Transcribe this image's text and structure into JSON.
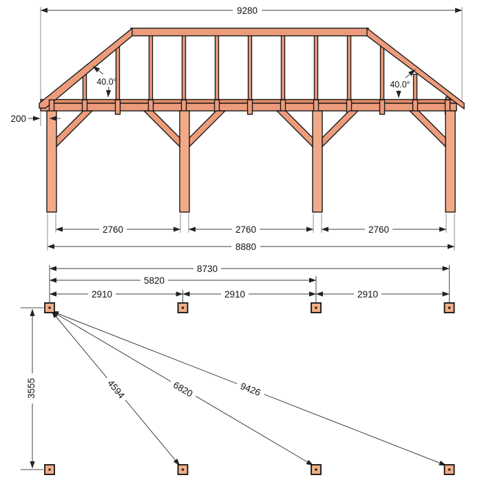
{
  "elevation": {
    "total_width": "9280",
    "overhang": "200",
    "angle_left": "40.0°",
    "angle_right": "40.0°",
    "bays": [
      "2760",
      "2760",
      "2760"
    ],
    "columns_width": "8880"
  },
  "plan": {
    "total_width": "8730",
    "double_bay": "5820",
    "bays": [
      "2910",
      "2910",
      "2910"
    ],
    "depth": "3555",
    "diagonals": [
      "4594",
      "6820",
      "9426"
    ]
  },
  "colors": {
    "wood": "#ED9C7B",
    "wood_light": "#F2A988",
    "beam": "#E38B66",
    "plan_post_fill": "#F0AE85",
    "outline": "#1A1A1A",
    "dimension_line": "#3C3C3C",
    "extension_line": "#8C8C8C",
    "text": "#111111",
    "background": "#FFFFFF"
  }
}
